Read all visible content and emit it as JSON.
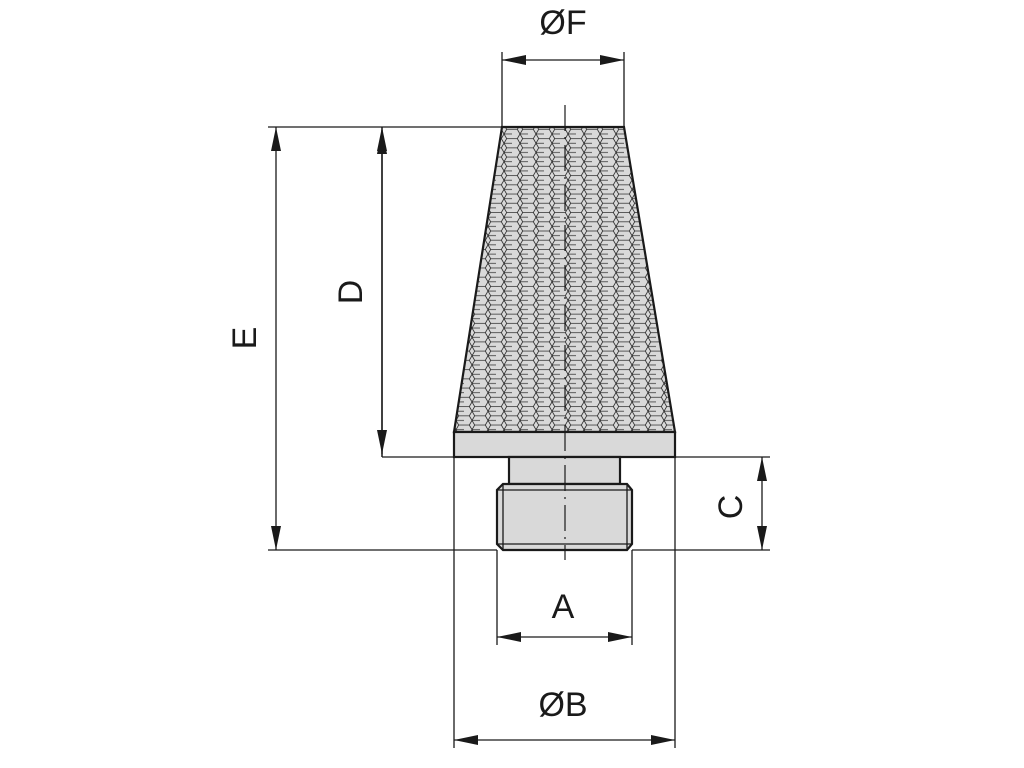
{
  "labels": {
    "f": "ØF",
    "e": "E",
    "d": "D",
    "c": "C",
    "a": "A",
    "b": "ØB"
  },
  "colors": {
    "line": "#1a1a1a",
    "fill": "#d9d9d9",
    "mesh": "#2a2a2a"
  }
}
